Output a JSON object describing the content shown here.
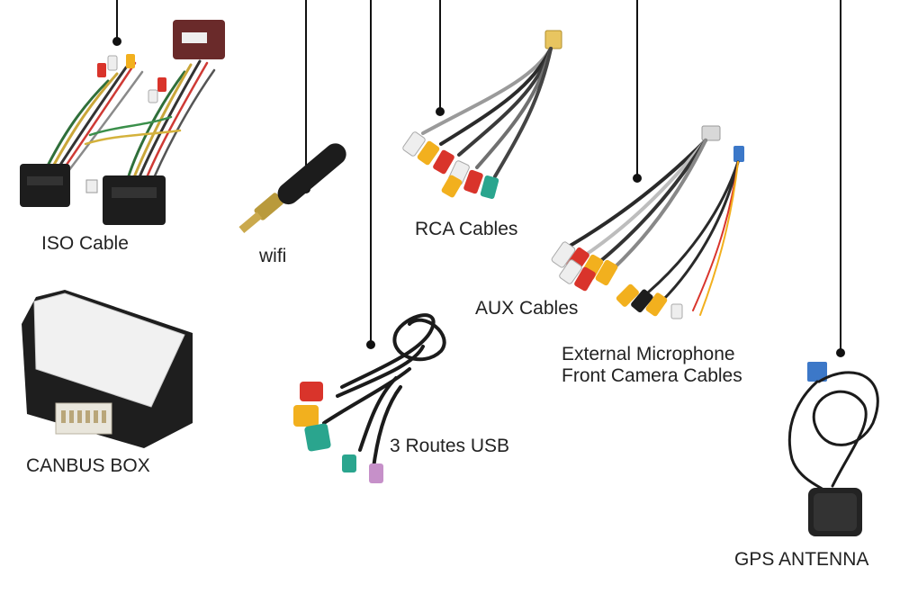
{
  "labels": {
    "iso_cable": "ISO Cable",
    "wifi": "wifi",
    "rca_cables": "RCA Cables",
    "aux_cables": "AUX Cables",
    "ext_mic_line1": "External Microphone",
    "ext_mic_line2": "Front Camera Cables",
    "canbus_box": "CANBUS BOX",
    "usb_routes": "3 Routes USB",
    "gps_antenna": "GPS ANTENNA"
  },
  "colors": {
    "background": "#ffffff",
    "line": "#111111",
    "connector_red": "#d9342b",
    "connector_yellow": "#f2b01e",
    "connector_white": "#eeeeee",
    "connector_teal": "#2aa58e",
    "connector_purple": "#c690c9",
    "connector_blue": "#3c78c8",
    "cable_black": "#1b1b1b"
  }
}
